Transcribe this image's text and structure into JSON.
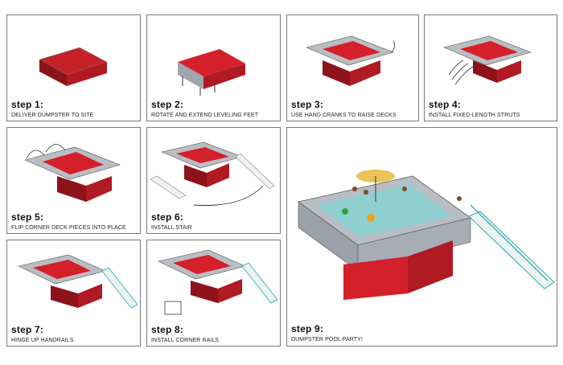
{
  "steps": [
    {
      "title": "step 1:",
      "desc": "DELIVER DUMPSTER TO SITE"
    },
    {
      "title": "step 2:",
      "desc": "ROTATE AND EXTEND LEVELING FEET"
    },
    {
      "title": "step 3:",
      "desc": "USE HAND CRANKS TO RAISE DECKS"
    },
    {
      "title": "step 4:",
      "desc": "INSTALL FIXED-LENGTH STRUTS"
    },
    {
      "title": "step 5:",
      "desc": "FLIP CORNER DECK PIECES INTO PLACE"
    },
    {
      "title": "step 6:",
      "desc": "INSTALL STAIR"
    },
    {
      "title": "step 7:",
      "desc": "HINGE UP HANDRAILS"
    },
    {
      "title": "step 8:",
      "desc": "INSTALL CORNER RAILS"
    },
    {
      "title": "step 9:",
      "desc": "DUMPSTER POOL PARTY!"
    }
  ],
  "colors": {
    "dumpster_red": "#d4202a",
    "dumpster_dark": "#8e1219",
    "deck_grey": "#b9bec4",
    "rail_teal": "#3fb8b4",
    "water": "#8fcfcf",
    "border": "#7a7a7a"
  }
}
